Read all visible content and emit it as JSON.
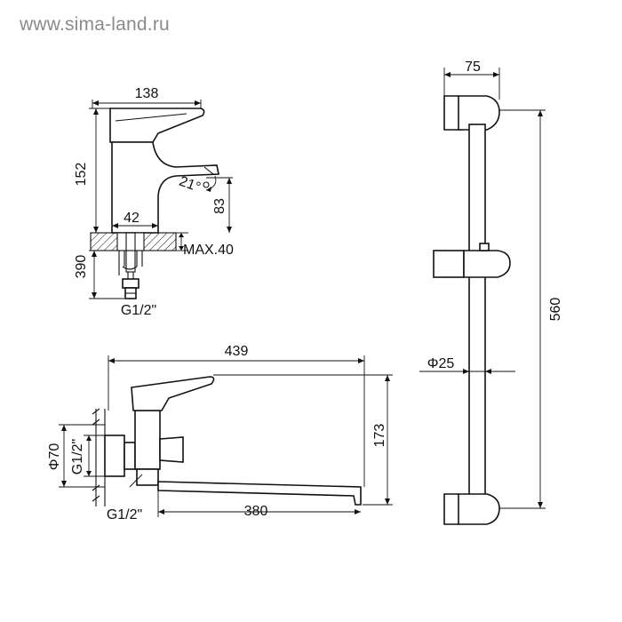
{
  "watermark": "www.sima-land.ru",
  "basin_faucet": {
    "width": "138",
    "height": "152",
    "angle": "21°",
    "spout_height": "83",
    "base_width": "42",
    "max_deck": "MAX.40",
    "hose_length": "390",
    "thread": "G1/2\""
  },
  "bath_faucet": {
    "length": "439",
    "height": "173",
    "spout_length": "380",
    "flange_diameter": "Φ70",
    "thread_in": "G1/2\"",
    "thread_out": "G1/2\""
  },
  "shower_rail": {
    "width": "75",
    "length": "560",
    "diameter": "Φ25"
  }
}
